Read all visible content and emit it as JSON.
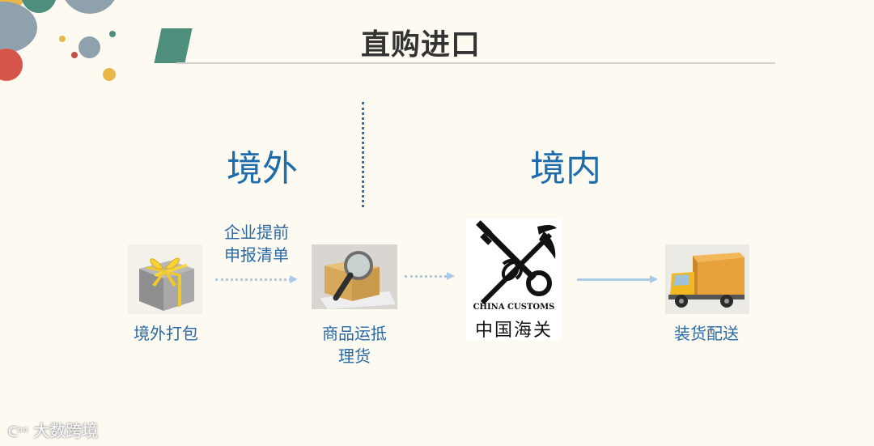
{
  "slide": {
    "title": "直购进口",
    "regions": {
      "overseas": "境外",
      "domestic": "境内"
    },
    "steps": [
      {
        "label": "境外打包",
        "icon": "gift-box-icon"
      },
      {
        "label_line1": "商品运抵",
        "label_line2": "理货",
        "icon": "box-magnifier-icon"
      },
      {
        "icon": "china-customs-emblem",
        "emblem_text_en": "CHINA CUSTOMS",
        "emblem_text_zh": "中国海关"
      },
      {
        "label": "装货配送",
        "icon": "delivery-truck-icon"
      }
    ],
    "arrow_label": {
      "line1": "企业提前",
      "line2": "申报清单"
    },
    "colors": {
      "accent_teal": "#4e8e7d",
      "region_blue": "#1f6cac",
      "label_blue": "#2a6aa8",
      "arrow_light_blue": "#a9cbe8",
      "background": "#fdfaf1"
    }
  },
  "watermark": {
    "text": "大数跨境"
  }
}
